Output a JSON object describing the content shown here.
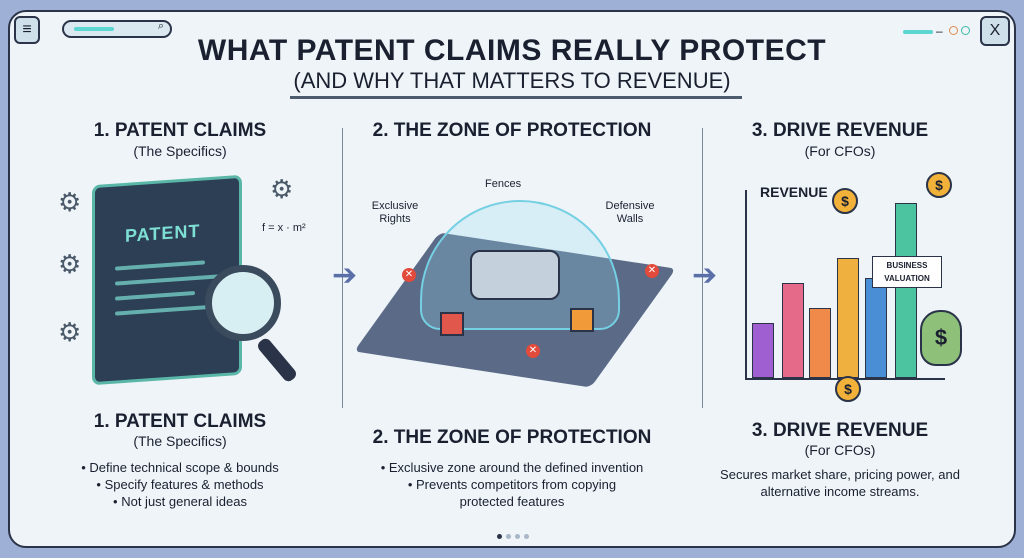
{
  "header": {
    "title": "WHAT PATENT CLAIMS REALLY PROTECT",
    "subtitle": "(AND WHY THAT MATTERS TO REVENUE)",
    "menu_icon": "≡",
    "close_icon": "X",
    "search_icon": "⌕"
  },
  "columns": [
    {
      "heading": "1. PATENT CLAIMS",
      "sub": "(The Specifics)",
      "bullets": [
        "• Define technical scope & bounds",
        "• Specify features & methods",
        "• Not just general ideas"
      ],
      "doc_label": "PATENT",
      "formula": "f = x · m²"
    },
    {
      "heading": "2. THE ZONE OF PROTECTION",
      "labels": {
        "fences": "Fences",
        "rights": "Exclusive Rights",
        "walls": "Defensive Walls"
      },
      "bullets": [
        "• Exclusive zone around the defined invention",
        "• Prevents competitors from copying protected features"
      ]
    },
    {
      "heading": "3. DRIVE REVENUE",
      "sub": "(For CFOs)",
      "chart_label": "REVENUE",
      "valuation_label": "BUSINESS VALUATION",
      "text": "Secures market share, pricing power, and alternative income streams.",
      "coin_symbol": "$"
    }
  ],
  "carousel": {
    "pages": 4,
    "current": 1
  }
}
